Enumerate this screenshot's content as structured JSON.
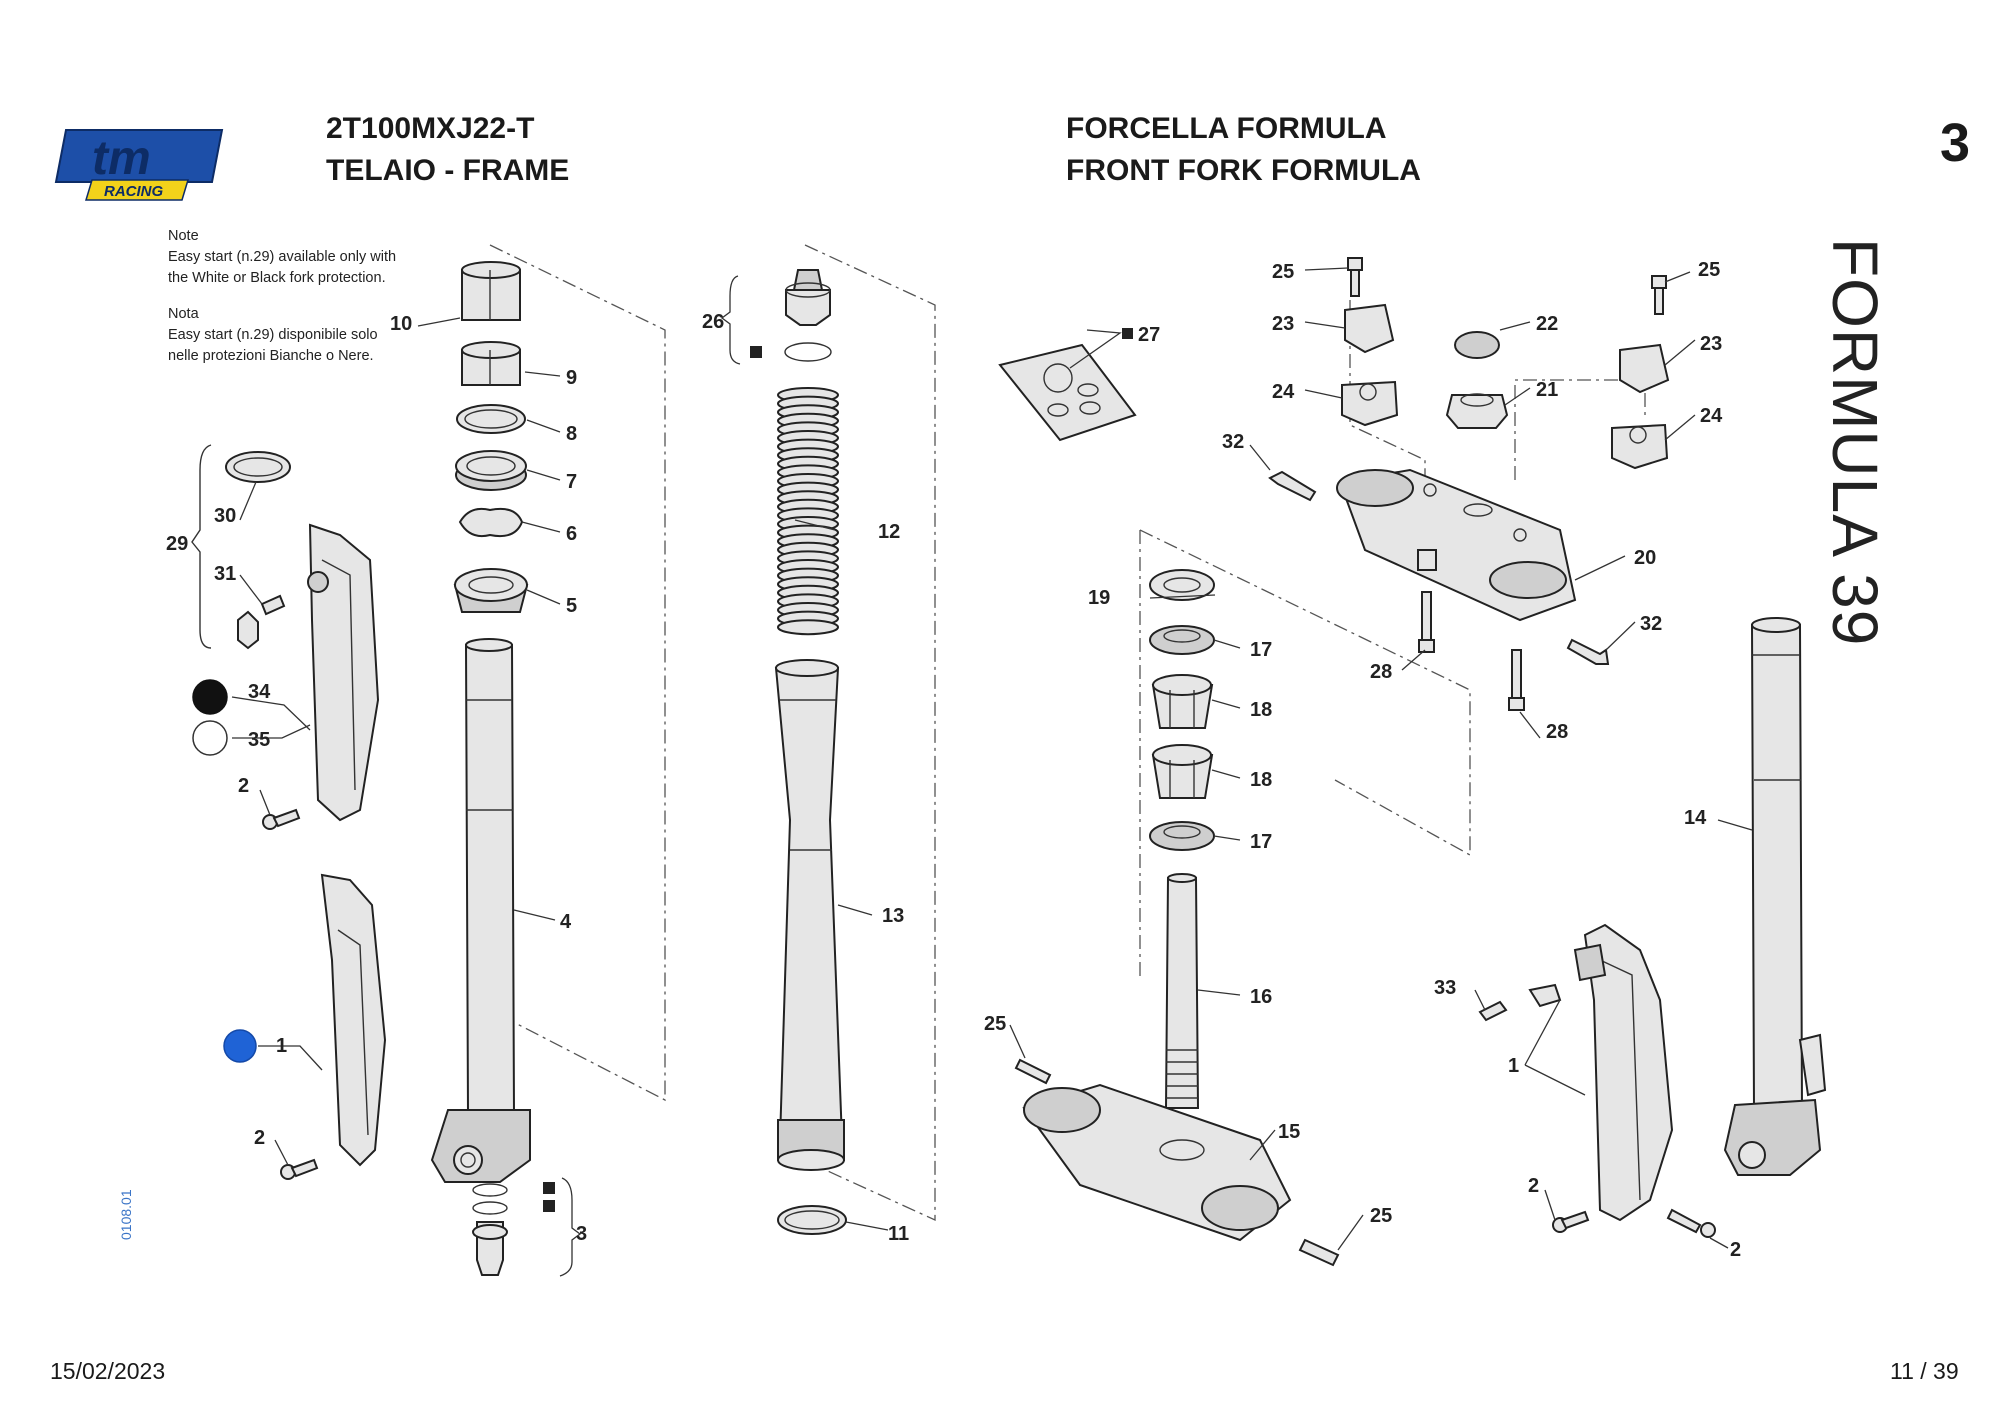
{
  "header": {
    "model_code": "2T100MXJ22-T",
    "section": "TELAIO - FRAME",
    "title_it": "FORCELLA FORMULA",
    "title_en": "FRONT FORK FORMULA",
    "table_number": "3",
    "vertical_title": "FORMULA 39"
  },
  "logo": {
    "main": "tm",
    "sub": "RACING"
  },
  "notes": {
    "en_heading": "Note",
    "en_text": "Easy start (n.29) available only with the White or Black fork protection.",
    "it_heading": "Nota",
    "it_text": "Easy start (n.29) disponibile solo nelle protezioni Bianche o Nere."
  },
  "footer": {
    "date": "15/02/2023",
    "page": "11 / 39",
    "catalog_code": "0108.01"
  },
  "colors": {
    "accent_blue": "#1f63d6",
    "logo_blue": "#1d4fa8",
    "logo_yellow": "#f2d21a",
    "black_protection": "#111111",
    "white_protection": "#ffffff"
  },
  "part_labels": {
    "p1a": "1",
    "p1b": "1",
    "p2a": "2",
    "p2b": "2",
    "p2c": "2",
    "p2d": "2",
    "p3": "3",
    "p4": "4",
    "p5": "5",
    "p6": "6",
    "p7": "7",
    "p8": "8",
    "p9": "9",
    "p10": "10",
    "p11": "11",
    "p12": "12",
    "p13": "13",
    "p14": "14",
    "p15": "15",
    "p16": "16",
    "p17a": "17",
    "p17b": "17",
    "p18a": "18",
    "p18b": "18",
    "p19": "19",
    "p20": "20",
    "p21": "21",
    "p22": "22",
    "p23a": "23",
    "p23b": "23",
    "p24a": "24",
    "p24b": "24",
    "p25a": "25",
    "p25b": "25",
    "p25c": "25",
    "p25d": "25",
    "p26": "26",
    "p27": "27",
    "p28a": "28",
    "p28b": "28",
    "p29": "29",
    "p30": "30",
    "p31": "31",
    "p32a": "32",
    "p32b": "32",
    "p33": "33",
    "p34": "34",
    "p35": "35"
  }
}
